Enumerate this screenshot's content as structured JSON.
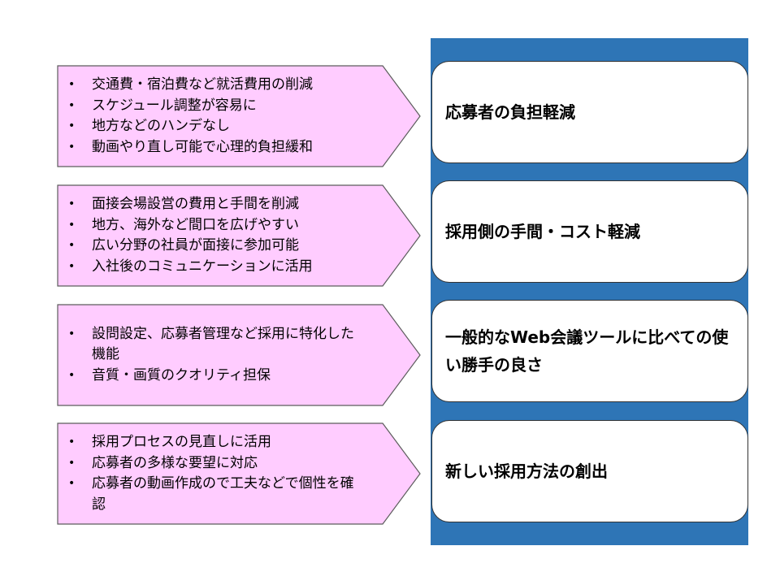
{
  "colors": {
    "arrow_fill": "#ffccff",
    "arrow_stroke": "#5c5c5c",
    "column_fill": "#2e75b6",
    "box_fill": "#ffffff"
  },
  "rows": [
    {
      "bullets": [
        "交通費・宿泊費など就活費用の削減",
        "スケジュール調整が容易に",
        "地方などのハンデなし",
        "動画やり直し可能で心理的負担緩和"
      ],
      "benefit": "応募者の負担軽減"
    },
    {
      "bullets": [
        "面接会場設営の費用と手間を削減",
        "地方、海外など間口を広げやすい",
        "広い分野の社員が面接に参加可能",
        "入社後のコミュニケーションに活用"
      ],
      "benefit": "採用側の手間・コスト軽減"
    },
    {
      "bullets": [
        "設問設定、応募者管理など採用に特化した機能",
        "音質・画質のクオリティ担保"
      ],
      "benefit": "一般的なWeb会議ツールに比べての使い勝手の良さ"
    },
    {
      "bullets": [
        "採用プロセスの見直しに活用",
        "応募者の多様な要望に対応",
        "応募者の動画作成ので工夫などで個性を確認"
      ],
      "benefit": "新しい採用方法の創出"
    }
  ]
}
